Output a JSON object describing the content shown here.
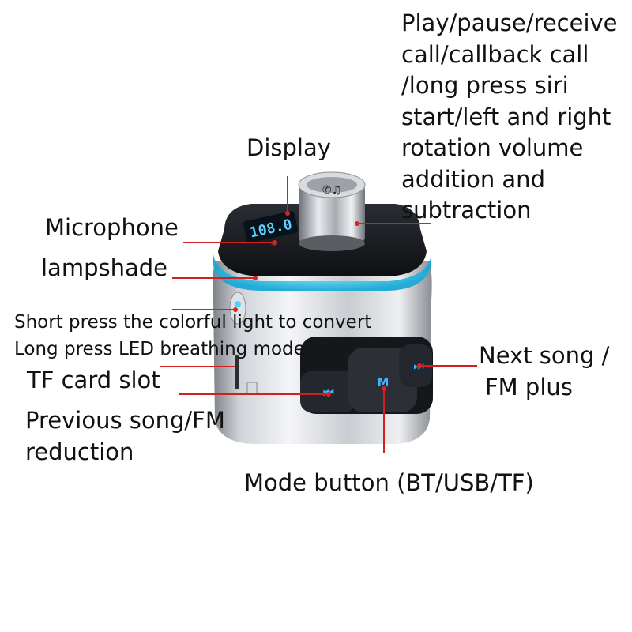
{
  "labels": {
    "display": "Display",
    "play_pause": [
      "Play/pause/receive",
      "call/callback call",
      "/long press siri",
      "start/left and right",
      "rotation volume",
      "addition and",
      "subtraction"
    ],
    "microphone": "Microphone",
    "lampshade": "lampshade",
    "short_press": "Short press the colorful light to convert",
    "long_press": "Long press LED breathing mode",
    "tf_card": "TF card slot",
    "previous": [
      "Previous song/FM",
      "reduction"
    ],
    "next": [
      "Next song /",
      "FM plus"
    ],
    "mode": "Mode button (BT/USB/TF)"
  },
  "device": {
    "display_text": "108.0",
    "knob_icon": "phone-music-icon",
    "prev_icon": "previous-track-icon",
    "mode_icon": "mode-m-icon",
    "next_icon": "next-track-icon",
    "colors": {
      "ring": "#4ad6ff",
      "button_glyph": "#3fb6ff",
      "leader": "#d21f1f"
    }
  }
}
